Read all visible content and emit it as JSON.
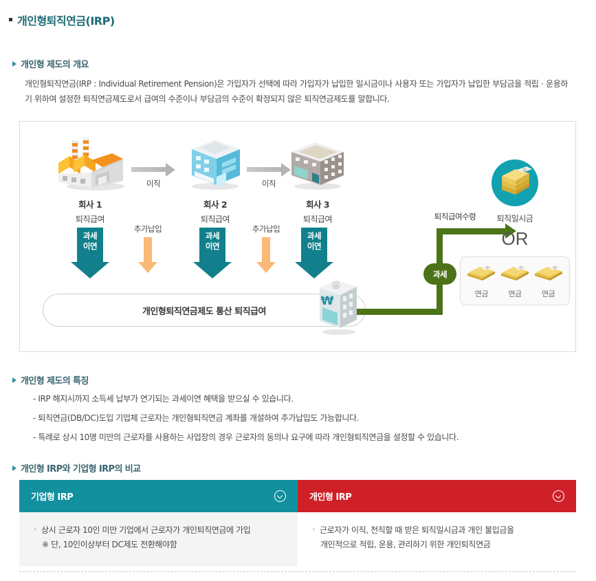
{
  "page": {
    "title": "개인형퇴직연금(IRP)"
  },
  "overview": {
    "heading": "개인형 제도의 개요",
    "paragraph": "개인형퇴직연금(IRP : Individual Retirement Pension)은 가입자가 선택에 따라 가입자가 납입한 일시금이나 사용자 또는 가입자가 납입한 부담금을 적립 · 운용하기 위하여 설정한 퇴직연금제도로서 급여의 수준이나 부담금의 수준이 확정되지 않은 퇴직연금제도를 말합니다."
  },
  "diagram": {
    "companies": [
      {
        "name": "회사 1",
        "benefit": "퇴직급여",
        "icon": "factory-icon"
      },
      {
        "name": "회사 2",
        "benefit": "퇴직급여",
        "icon": "office-building-blue-icon"
      },
      {
        "name": "회사 3",
        "benefit": "퇴직급여",
        "icon": "office-building-gray-icon"
      }
    ],
    "move_labels": [
      "이직",
      "이직"
    ],
    "tax_defer_label_line1": "과세",
    "tax_defer_label_line2": "이연",
    "additional_payment_labels": [
      "추가납입",
      "추가납입"
    ],
    "aggregate_bar": "개인형퇴직연금제도 통산 퇴직급여",
    "bank_icon": "bank-building-won-icon",
    "taxation_pill": "과세",
    "receive_label": "퇴직급여수령",
    "lump_sum_caption": "퇴직일시금",
    "lump_sum_icon": "money-stack-icon",
    "or_text": "OR",
    "pension_items": [
      {
        "caption": "연금",
        "icon": "money-bill-icon"
      },
      {
        "caption": "연금",
        "icon": "money-bill-icon"
      },
      {
        "caption": "연금",
        "icon": "money-bill-icon"
      }
    ],
    "colors": {
      "tax_defer_arrow": "#12808c",
      "additional_payment_arrow": "#fbb977",
      "taxation_path": "#4c7317",
      "lump_sum_circle": "#12a1b0",
      "move_arrow": "#b4b4b4"
    }
  },
  "features": {
    "heading": "개인형 제도의 특징",
    "items": [
      "- IRP 해지시까지 소득세 납부가 연기되는 과세이연 혜택을 받으실 수 있습니다.",
      "- 퇴직연금(DB/DC)도입 기업체 근로자는 개인형퇴직연금 계좌를 개설하여 추가납입도 가능합니다.",
      "- 특례로 상시 10명 미만의 근로자를 사용하는 사업장의 경우 근로자의 동의나 요구에 따라 개인형퇴직연금을 설정할 수 있습니다."
    ]
  },
  "comparison": {
    "heading": "개인형 IRP와 기업형 IRP의 비교",
    "columns": [
      {
        "title": "기업형 IRP",
        "color": "#12909e",
        "toggle_icon": "chevron-down-circle-icon",
        "line1": "상시 근로자 10인 미만 기업에서 근로자가 개인퇴직연금에 가입",
        "line2": "※ 단, 10인이상부터 DC제도 전환해야함"
      },
      {
        "title": "개인형 IRP",
        "color": "#cf2027",
        "toggle_icon": "chevron-down-circle-icon",
        "line1": "근로자가 이직, 전직할 때 받은 퇴직일시금과 개인 불입금을",
        "line2": "개인적으로 적립, 운용, 관리하기 위한 개인퇴직연금"
      }
    ]
  }
}
